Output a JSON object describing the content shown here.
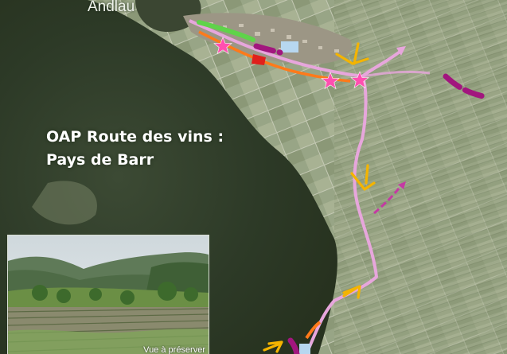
{
  "map": {
    "town_label": "Andlau",
    "title_line1": "OAP Route des vins :",
    "title_line2": "Pays de Barr",
    "inset_caption": "Vue à préserver",
    "colors": {
      "route": "#e7a6dc",
      "star": "#ff4fb0",
      "arrow": "#f4b400",
      "magenta_dash": "#a2167e",
      "green_segment": "#5fd34a",
      "orange_segment": "#ff7a1a",
      "red_block": "#e0201c",
      "blue_block": "#b7d7f0"
    },
    "icons": [
      "star-icon",
      "viewpoint-arrow-icon"
    ]
  }
}
